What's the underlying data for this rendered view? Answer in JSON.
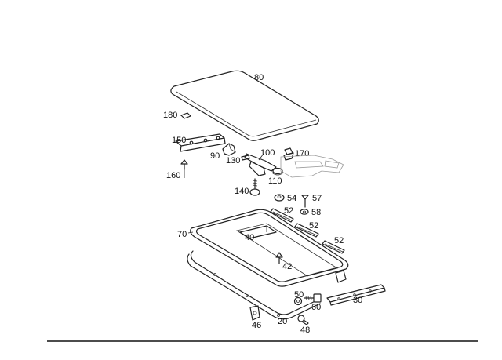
{
  "labels": {
    "p80": "80",
    "p180": "180",
    "p150": "150",
    "p90": "90",
    "p130": "130",
    "p100": "100",
    "p170": "170",
    "p160": "160",
    "p110": "110",
    "p140": "140",
    "p54": "54",
    "p57": "57",
    "p52a": "52",
    "p58": "58",
    "p52b": "52",
    "p52c": "52",
    "p70": "70",
    "p40": "40",
    "p42": "42",
    "p50": "50",
    "p60": "60",
    "p30": "30",
    "p20": "20",
    "p46": "46",
    "p48": "48"
  }
}
